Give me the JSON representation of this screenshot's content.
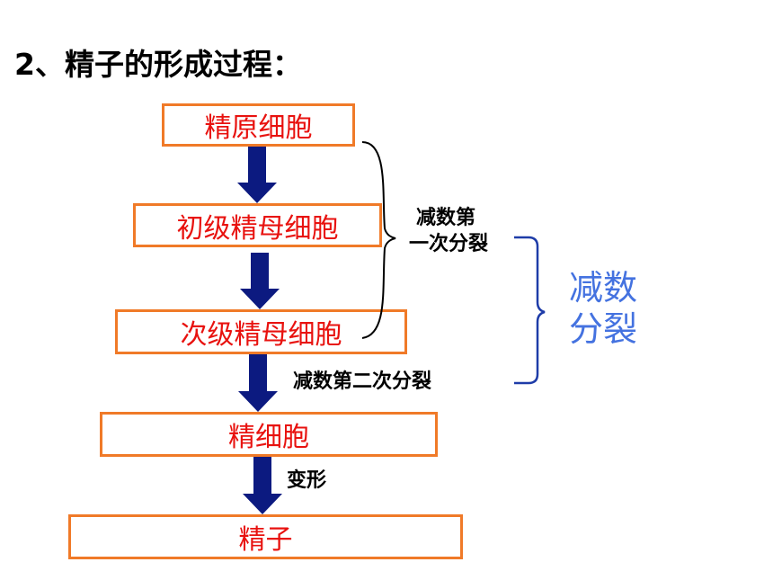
{
  "title": "2、精子的形成过程：",
  "boxes": {
    "spermatogonium": "精原细胞",
    "primary_spermatocyte": "初级精母细胞",
    "secondary_spermatocyte": "次级精母细胞",
    "spermatid": "精细胞",
    "sperm": "精子"
  },
  "labels": {
    "meiosis_one_line1": "减数第",
    "meiosis_one_line2": "一次分裂",
    "meiosis_two": "减数第二次分裂",
    "transformation": "变形",
    "meiosis_line1": "减数",
    "meiosis_line2": "分裂"
  },
  "colors": {
    "box_border": "#f07a28",
    "box_text": "#e8120f",
    "arrow": "#0c1a80",
    "meiosis_label": "#4472e0"
  }
}
